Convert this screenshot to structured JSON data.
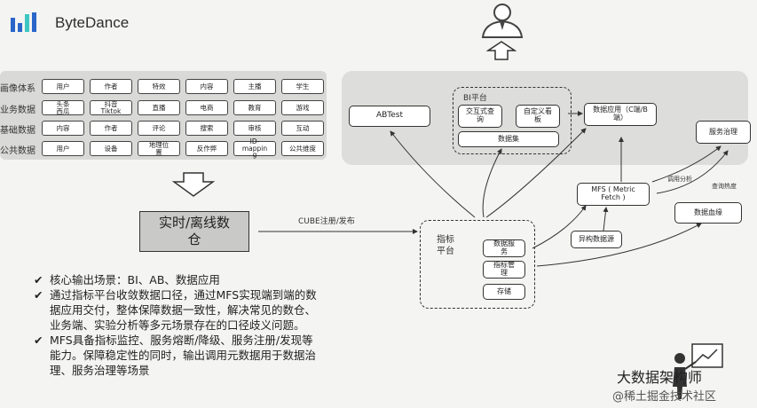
{
  "brand": "ByteDance",
  "layers": [
    {
      "label": "画像体系",
      "cells": [
        "用户",
        "作者",
        "特效",
        "内容",
        "主播",
        "学生"
      ]
    },
    {
      "label": "业务数据",
      "cells": [
        "头条\n西瓜",
        "抖音\nTiktok",
        "直播",
        "电商",
        "教育",
        "游戏"
      ]
    },
    {
      "label": "基础数据",
      "cells": [
        "内容",
        "作者",
        "评论",
        "搜索",
        "审核",
        "互动"
      ]
    },
    {
      "label": "公共数据",
      "cells": [
        "用户",
        "设备",
        "地理位\n置",
        "反作弊",
        "ID-\nmappin\ng",
        "公共维度"
      ]
    }
  ],
  "warehouse": "实时/离线数\n仓",
  "cube_label": "CUBE注册/发布",
  "abtest": "ABTest",
  "bi": {
    "title": "BI平台",
    "items": [
      "交互式查\n询",
      "自定义看\n板"
    ],
    "dataset": "数据集"
  },
  "data_app": "数据应用（C端/B\n端）",
  "service_gov": "服务治理",
  "mfs": "MFS ( Metric\nFetch )",
  "data_profile": "数据血缘",
  "hetero": "异构数据源",
  "call_analysis": "调用分析",
  "query_heat": "查询热度",
  "metrics": {
    "title": "指标\n平台",
    "items": [
      "数据服\n务",
      "指标管\n理",
      "存储"
    ]
  },
  "bullets": [
    {
      "check": true,
      "text": "核心输出场景：BI、AB、数据应用"
    },
    {
      "check": true,
      "text": "通过指标平台收敛数据口径，通过MFS实现端到端的数"
    },
    {
      "check": false,
      "text": "据应用交付，整体保障数据一致性，解决常见的数仓、"
    },
    {
      "check": false,
      "text": "业务端、实验分析等多元场景存在的口径歧义问题。"
    },
    {
      "check": true,
      "text": "MFS具备指标监控、服务熔断/降级、服务注册/发现等"
    },
    {
      "check": false,
      "text": "能力。保障稳定性的同时，输出调用元数据用于数据治"
    },
    {
      "check": false,
      "text": "理、服务治理等场景"
    }
  ],
  "watermark": [
    "大数据架构师",
    "@稀土掘金技术社区"
  ],
  "check_glyph": "✔"
}
